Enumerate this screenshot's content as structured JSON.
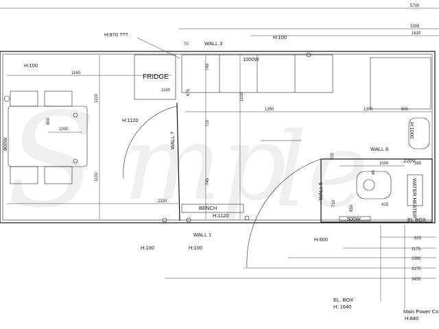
{
  "overall_dims": {
    "total": "5700",
    "upper_a": "3305",
    "upper_b": "1615"
  },
  "rooms": {
    "fridge": "FRIDGE",
    "bench": "BENCH",
    "wall_1": "WALL 1",
    "wall_3": "WALL 3",
    "wall_5": "WALL 5",
    "wall_6": "WALL 6",
    "wall_7": "WALL 7",
    "water_heater": "WATER HEATER",
    "el_box_small": "EL BOX",
    "voltage": "220V",
    "watt_left": "800W",
    "watt_top": "1000W",
    "watt_bottom": "500W",
    "watt_shower": "H:1000"
  },
  "heights": {
    "h_fridge": "H:970  ???",
    "h_top": "H:100",
    "h_left": "H:100",
    "h_arc": "H:1120",
    "h_bench": "H:1120",
    "h_bottom_left": "H:100",
    "h_bottom_mid": "H:100",
    "h_600": "H:600"
  },
  "inner_dims": {
    "d_1160": "1160",
    "d_1160b": "1160",
    "d_1100_a": "1100",
    "d_1100_b": "1100",
    "d_800": "800",
    "d_1000": "1000",
    "d_2320": "2320",
    "d_70": "70",
    "d_745_a": "745",
    "d_745_b": "745",
    "d_710": "710",
    "d_675": "675",
    "d_1350": "1350",
    "d_1100_c": "1100",
    "d_1300": "1300",
    "d_800_b": "800",
    "d_1000_b": "1000",
    "d_385": "385",
    "d_415": "415",
    "d_850": "850",
    "d_710_b": "710",
    "d_210": "210",
    "d_40": "40"
  },
  "right_dims": {
    "r_625": "625",
    "r_1175": "1175",
    "r_2395": "2395",
    "r_3175": "3175",
    "r_3455": "3455"
  },
  "notes": {
    "el_box": "EL. BOX",
    "el_box_h": "H: 1640",
    "main_power": "Main Power Co",
    "main_power_h": "H:840"
  },
  "colors": {
    "ink": "#111111",
    "background": "#ffffff"
  }
}
